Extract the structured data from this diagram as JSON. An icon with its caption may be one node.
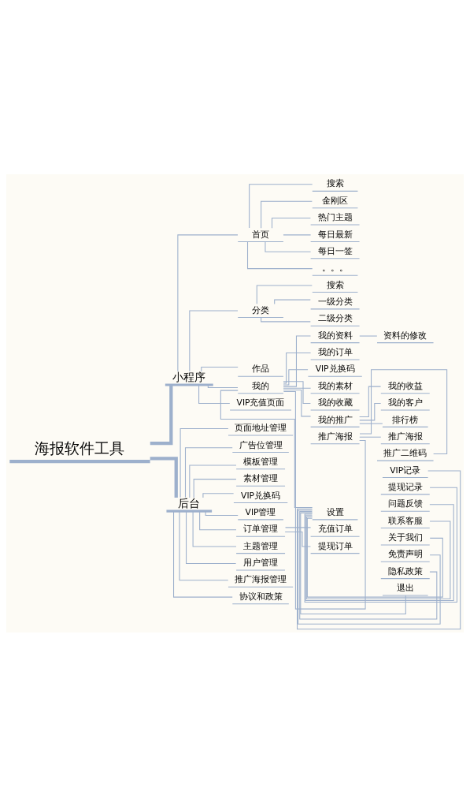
{
  "diagram": {
    "nodes": [
      {
        "text": [
          "海报软件工具"
        ]
      },
      {
        "text": [
          "小程序"
        ]
      },
      {
        "text": [
          "首页"
        ]
      },
      {
        "text": [
          "搜索"
        ]
      },
      {
        "text": [
          "金刚区"
        ]
      },
      {
        "text": [
          "热门主题"
        ]
      },
      {
        "text": [
          "每日最新"
        ]
      },
      {
        "text": [
          "每日一签"
        ]
      },
      {
        "text": [
          "。。。"
        ]
      },
      {
        "text": [
          "分类"
        ]
      },
      {
        "text": [
          "搜索"
        ]
      },
      {
        "text": [
          "一级分类"
        ]
      },
      {
        "text": [
          "二级分类"
        ]
      },
      {
        "text": [
          "作品"
        ]
      },
      {
        "text": [
          "我的"
        ]
      },
      {
        "text": [
          "我的资料"
        ]
      },
      {
        "text": [
          "资料的修改"
        ]
      },
      {
        "text": [
          "我的订单"
        ]
      },
      {
        "text": [
          "VIP兑换码"
        ]
      },
      {
        "text": [
          "我的素材"
        ]
      },
      {
        "text": [
          "我的收藏"
        ]
      },
      {
        "text": [
          "我的推广"
        ]
      },
      {
        "text": [
          "我的收益"
        ]
      },
      {
        "text": [
          "我的客户"
        ]
      },
      {
        "text": [
          "排行榜"
        ]
      },
      {
        "text": [
          "推广海报"
        ]
      },
      {
        "text": [
          "推广海报"
        ]
      },
      {
        "text": [
          "推广二维码"
        ]
      },
      {
        "text": [
          "设置"
        ]
      },
      {
        "text": [
          "VIP记录"
        ]
      },
      {
        "text": [
          "提现记录"
        ]
      },
      {
        "text": [
          "问题反馈"
        ]
      },
      {
        "text": [
          "联系客服"
        ]
      },
      {
        "text": [
          "关于我们"
        ]
      },
      {
        "text": [
          "免责声明"
        ]
      },
      {
        "text": [
          "隐私政策"
        ]
      },
      {
        "text": [
          "退出"
        ]
      },
      {
        "text": [
          "VIP充值页面"
        ]
      },
      {
        "text": [
          "后台"
        ]
      },
      {
        "text": [
          "页面地址管理"
        ]
      },
      {
        "text": [
          "广告位管理"
        ]
      },
      {
        "text": [
          "模板管理"
        ]
      },
      {
        "text": [
          "素材管理"
        ]
      },
      {
        "text": [
          "VIP兑换码"
        ]
      },
      {
        "text": [
          "VIP管理"
        ]
      },
      {
        "text": [
          "订单管理"
        ]
      },
      {
        "text": [
          "充值订单"
        ]
      },
      {
        "text": [
          "提现订单"
        ]
      },
      {
        "text": [
          "主题管理"
        ]
      },
      {
        "text": [
          "用户管理"
        ]
      },
      {
        "text": [
          "推广海报管理"
        ]
      },
      {
        "text": [
          "协议和政策"
        ]
      }
    ],
    "edges": [
      {
        "from": 0,
        "to": 1,
        "arrow": "none",
        "style": "thick"
      },
      {
        "from": 1,
        "to": 2,
        "arrow": "none"
      },
      {
        "from": 2,
        "to": 3,
        "arrow": "none"
      },
      {
        "from": 2,
        "to": 4,
        "arrow": "none"
      },
      {
        "from": 2,
        "to": 5,
        "arrow": "none"
      },
      {
        "from": 2,
        "to": 6,
        "arrow": "none"
      },
      {
        "from": 2,
        "to": 7,
        "arrow": "none"
      },
      {
        "from": 2,
        "to": 8,
        "arrow": "none"
      },
      {
        "from": 1,
        "to": 9,
        "arrow": "none"
      },
      {
        "from": 9,
        "to": 10,
        "arrow": "none"
      },
      {
        "from": 9,
        "to": 11,
        "arrow": "none"
      },
      {
        "from": 9,
        "to": 12,
        "arrow": "none"
      },
      {
        "from": 1,
        "to": 13,
        "arrow": "none"
      },
      {
        "from": 1,
        "to": 14,
        "arrow": "none"
      },
      {
        "from": 14,
        "to": 15,
        "arrow": "none"
      },
      {
        "from": 15,
        "to": 16,
        "arrow": "none"
      },
      {
        "from": 14,
        "to": 17,
        "arrow": "none"
      },
      {
        "from": 14,
        "to": 18,
        "arrow": "none"
      },
      {
        "from": 14,
        "to": 19,
        "arrow": "none"
      },
      {
        "from": 14,
        "to": 20,
        "arrow": "none"
      },
      {
        "from": 14,
        "to": 21,
        "arrow": "none"
      },
      {
        "from": 21,
        "to": 22,
        "arrow": "none"
      },
      {
        "from": 21,
        "to": 23,
        "arrow": "none"
      },
      {
        "from": 21,
        "to": 24,
        "arrow": "none"
      },
      {
        "from": 14,
        "to": 25,
        "arrow": "none"
      },
      {
        "from": 25,
        "to": 26,
        "arrow": "none"
      },
      {
        "from": 25,
        "to": 27,
        "arrow": "none"
      },
      {
        "from": 14,
        "to": 28,
        "arrow": "none"
      },
      {
        "from": 28,
        "to": 29,
        "arrow": "none"
      },
      {
        "from": 28,
        "to": 30,
        "arrow": "none"
      },
      {
        "from": 28,
        "to": 31,
        "arrow": "none"
      },
      {
        "from": 28,
        "to": 32,
        "arrow": "none"
      },
      {
        "from": 28,
        "to": 33,
        "arrow": "none"
      },
      {
        "from": 28,
        "to": 34,
        "arrow": "none"
      },
      {
        "from": 28,
        "to": 35,
        "arrow": "none"
      },
      {
        "from": 28,
        "to": 36,
        "arrow": "none"
      },
      {
        "from": 1,
        "to": 37,
        "arrow": "none"
      },
      {
        "from": 0,
        "to": 38,
        "arrow": "none",
        "style": "thick"
      },
      {
        "from": 38,
        "to": 39,
        "arrow": "none"
      },
      {
        "from": 38,
        "to": 40,
        "arrow": "none"
      },
      {
        "from": 38,
        "to": 41,
        "arrow": "none"
      },
      {
        "from": 38,
        "to": 42,
        "arrow": "none"
      },
      {
        "from": 38,
        "to": 43,
        "arrow": "none"
      },
      {
        "from": 38,
        "to": 44,
        "arrow": "none"
      },
      {
        "from": 38,
        "to": 45,
        "arrow": "none"
      },
      {
        "from": 45,
        "to": 46,
        "arrow": "none"
      },
      {
        "from": 45,
        "to": 47,
        "arrow": "none"
      },
      {
        "from": 38,
        "to": 48,
        "arrow": "none"
      },
      {
        "from": 38,
        "to": 49,
        "arrow": "none"
      },
      {
        "from": 38,
        "to": 50,
        "arrow": "none"
      },
      {
        "from": 38,
        "to": 51,
        "arrow": "none"
      }
    ]
  }
}
